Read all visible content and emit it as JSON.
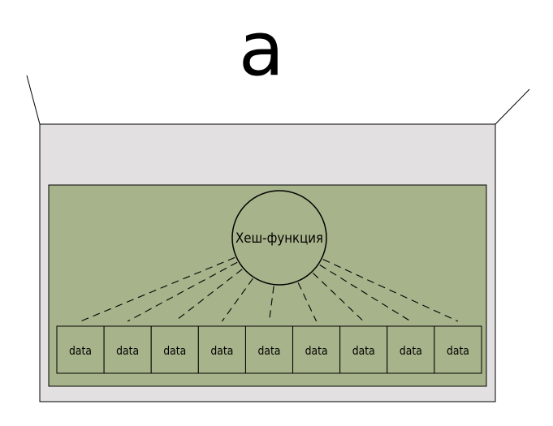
{
  "heading": "a",
  "hash_function": {
    "label": "Хеш-функция"
  },
  "cells": [
    {
      "label": "data"
    },
    {
      "label": "data"
    },
    {
      "label": "data"
    },
    {
      "label": "data"
    },
    {
      "label": "data"
    },
    {
      "label": "data"
    },
    {
      "label": "data"
    },
    {
      "label": "data"
    },
    {
      "label": "data"
    }
  ],
  "colors": {
    "outer_box": "#e3e0e1",
    "inner_panel": "#a7b38a",
    "circle_fill": "#a7b38a",
    "cell_fill": "#a7b38a",
    "stroke": "#000000"
  }
}
